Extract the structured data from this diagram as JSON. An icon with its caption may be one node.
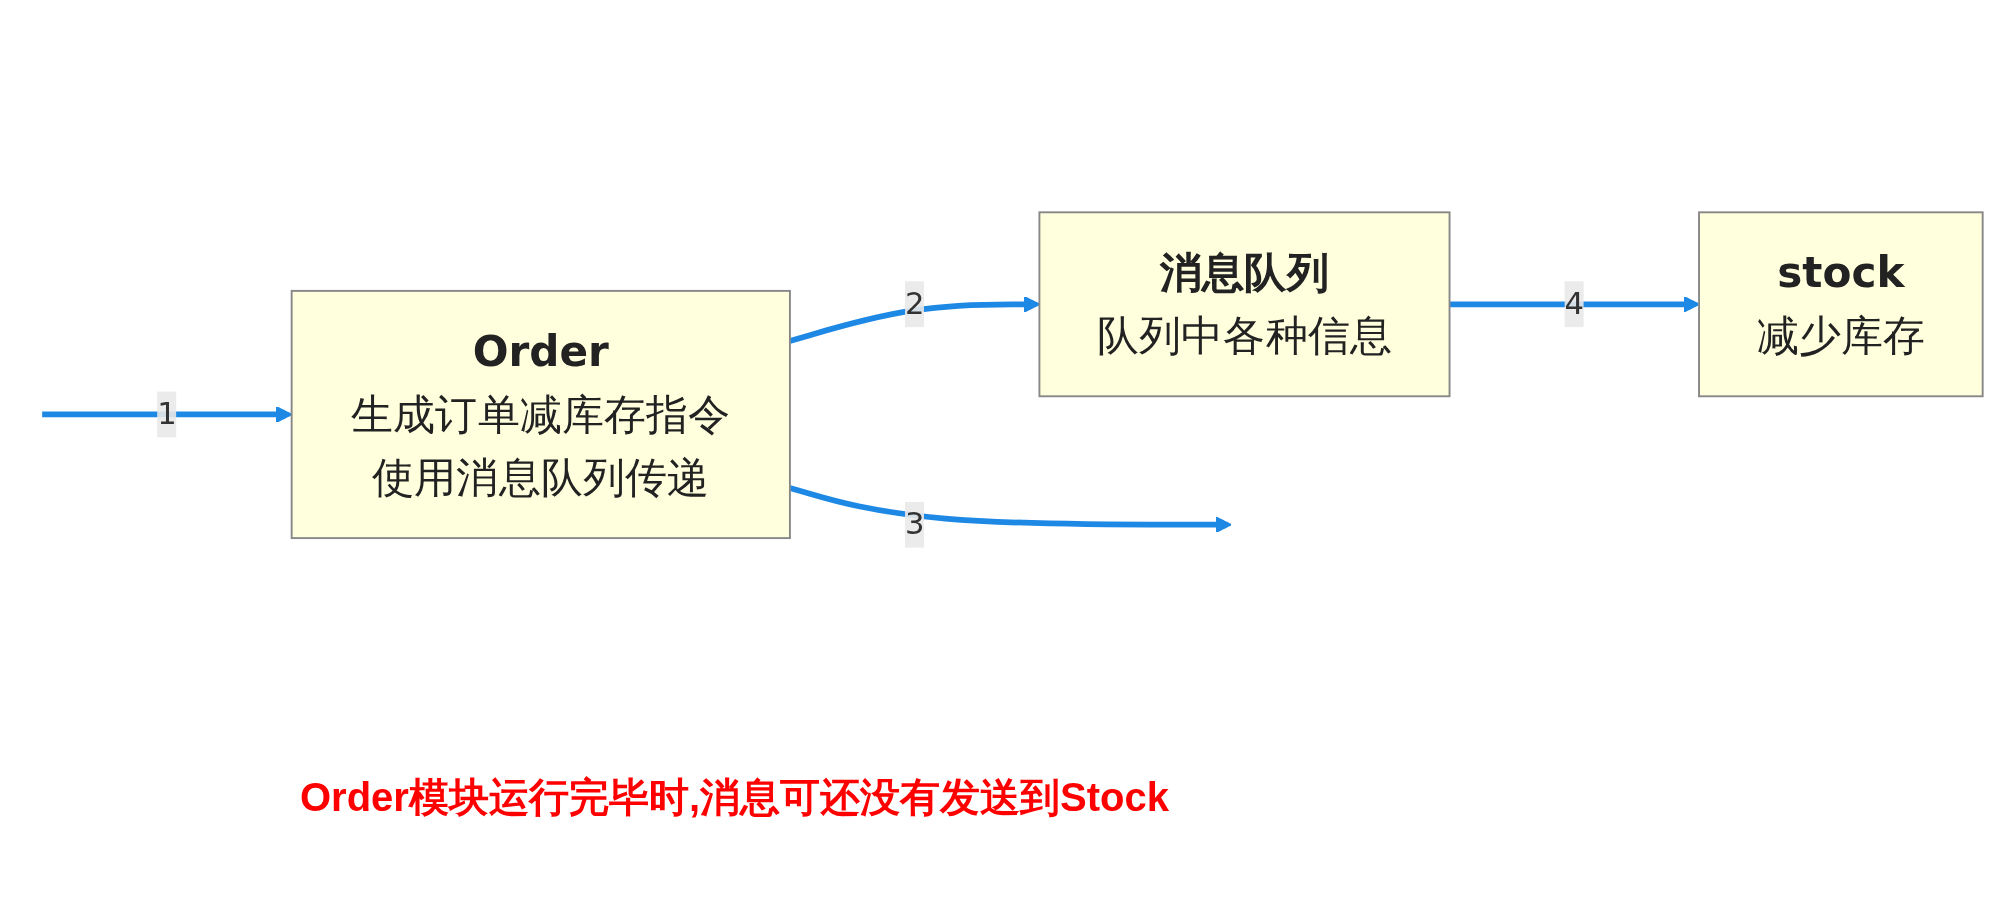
{
  "diagram": {
    "nodes": [
      {
        "text": [
          "Order",
          "生成订单减库存指令使用消息队列传递"
        ]
      },
      {
        "text": [
          "消息队列",
          "队列中各种信息"
        ]
      },
      {
        "text": [
          "stock",
          "减少库存"
        ]
      }
    ],
    "edges": [
      {
        "from": null,
        "to": 0,
        "arrow": "to",
        "label": "1"
      },
      {
        "from": 0,
        "to": 1,
        "arrow": "to",
        "label": "2"
      },
      {
        "from": 0,
        "to": null,
        "arrow": "to",
        "label": "3"
      },
      {
        "from": 1,
        "to": 2,
        "arrow": "to",
        "label": "4"
      }
    ],
    "labels": [
      "Order模块运行完毕时,消息可还没有发送到Stock"
    ]
  }
}
